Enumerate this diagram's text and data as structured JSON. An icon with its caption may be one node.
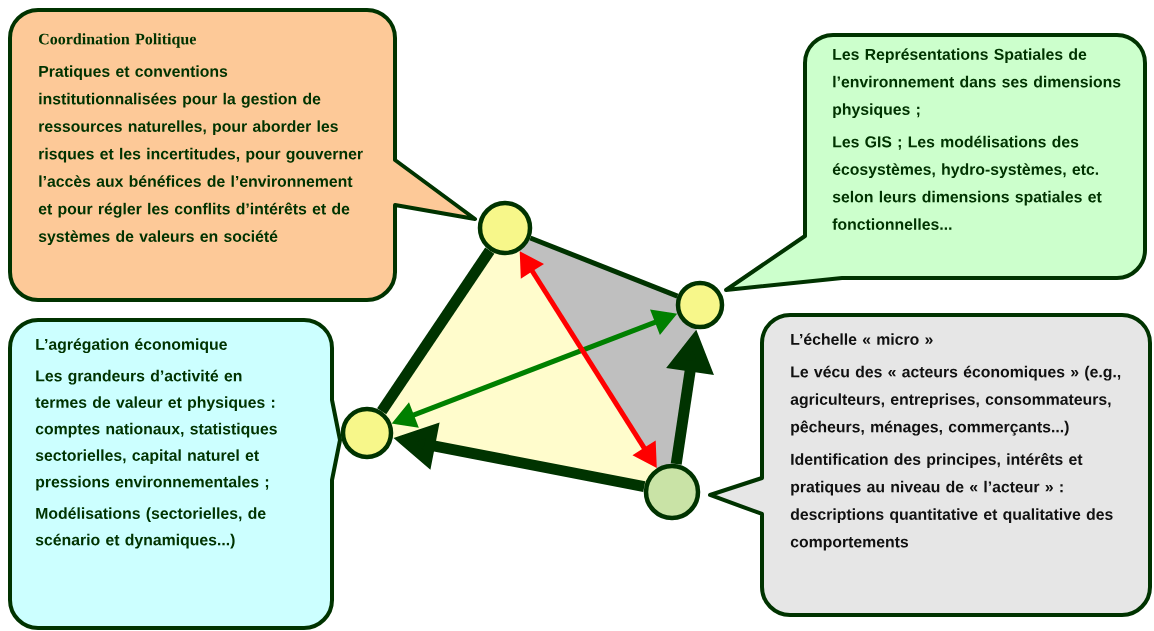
{
  "diagram": {
    "nodes": [
      {
        "text": [
          "Coordination Politique",
          "Pratiques et conventions institutionnalisées pour la gestion de ressources naturelles, pour aborder les risques et les incertitudes, pour gouverner l’accès aux bénéfices de l’environnement et pour régler les conflits d’intérêts et de systèmes de valeurs en société"
        ]
      },
      {
        "text": [],
        "shape": "circle"
      },
      {
        "text": [
          "Les Représentations Spatiales de l’environnement dans ses dimensions physiques ;",
          "Les GIS ; Les modélisations des écosystèmes, hydro-systèmes, etc. selon leurs dimensions spatiales et fonctionnelles..."
        ]
      },
      {
        "text": [],
        "shape": "circle"
      },
      {
        "text": [
          "L’agrégation économique",
          "Les grandeurs d’activité en termes de valeur et physiques : comptes nationaux, statistiques sectorielles, capital naturel et pressions environnementales ;",
          "Modélisations (sectorielles, de scénario et dynamiques...)"
        ]
      },
      {
        "text": [],
        "shape": "circle"
      },
      {
        "text": [
          "L’échelle « micro »",
          "Le vécu des « acteurs économiques » (e.g., agriculteurs, entreprises, consommateurs, pêcheurs, ménages, commerçants...)",
          "Identification des principes, intérêts et pratiques au niveau de « l’acteur »  : descriptions quantitative et qualitative des comportements"
        ]
      },
      {
        "text": [],
        "shape": "circle"
      }
    ],
    "edges": [
      {
        "from": 1,
        "to": 5,
        "arrow": "none",
        "style": "thick"
      },
      {
        "from": 1,
        "to": 3,
        "arrow": "none"
      },
      {
        "from": 7,
        "to": 5,
        "arrow": "to",
        "style": "thick"
      },
      {
        "from": 7,
        "to": 3,
        "arrow": "to",
        "style": "thick"
      },
      {
        "from": 5,
        "to": 3,
        "arrow": "both",
        "color": "#008000"
      },
      {
        "from": 1,
        "to": 7,
        "arrow": "both",
        "color": "#ff0000"
      }
    ]
  }
}
